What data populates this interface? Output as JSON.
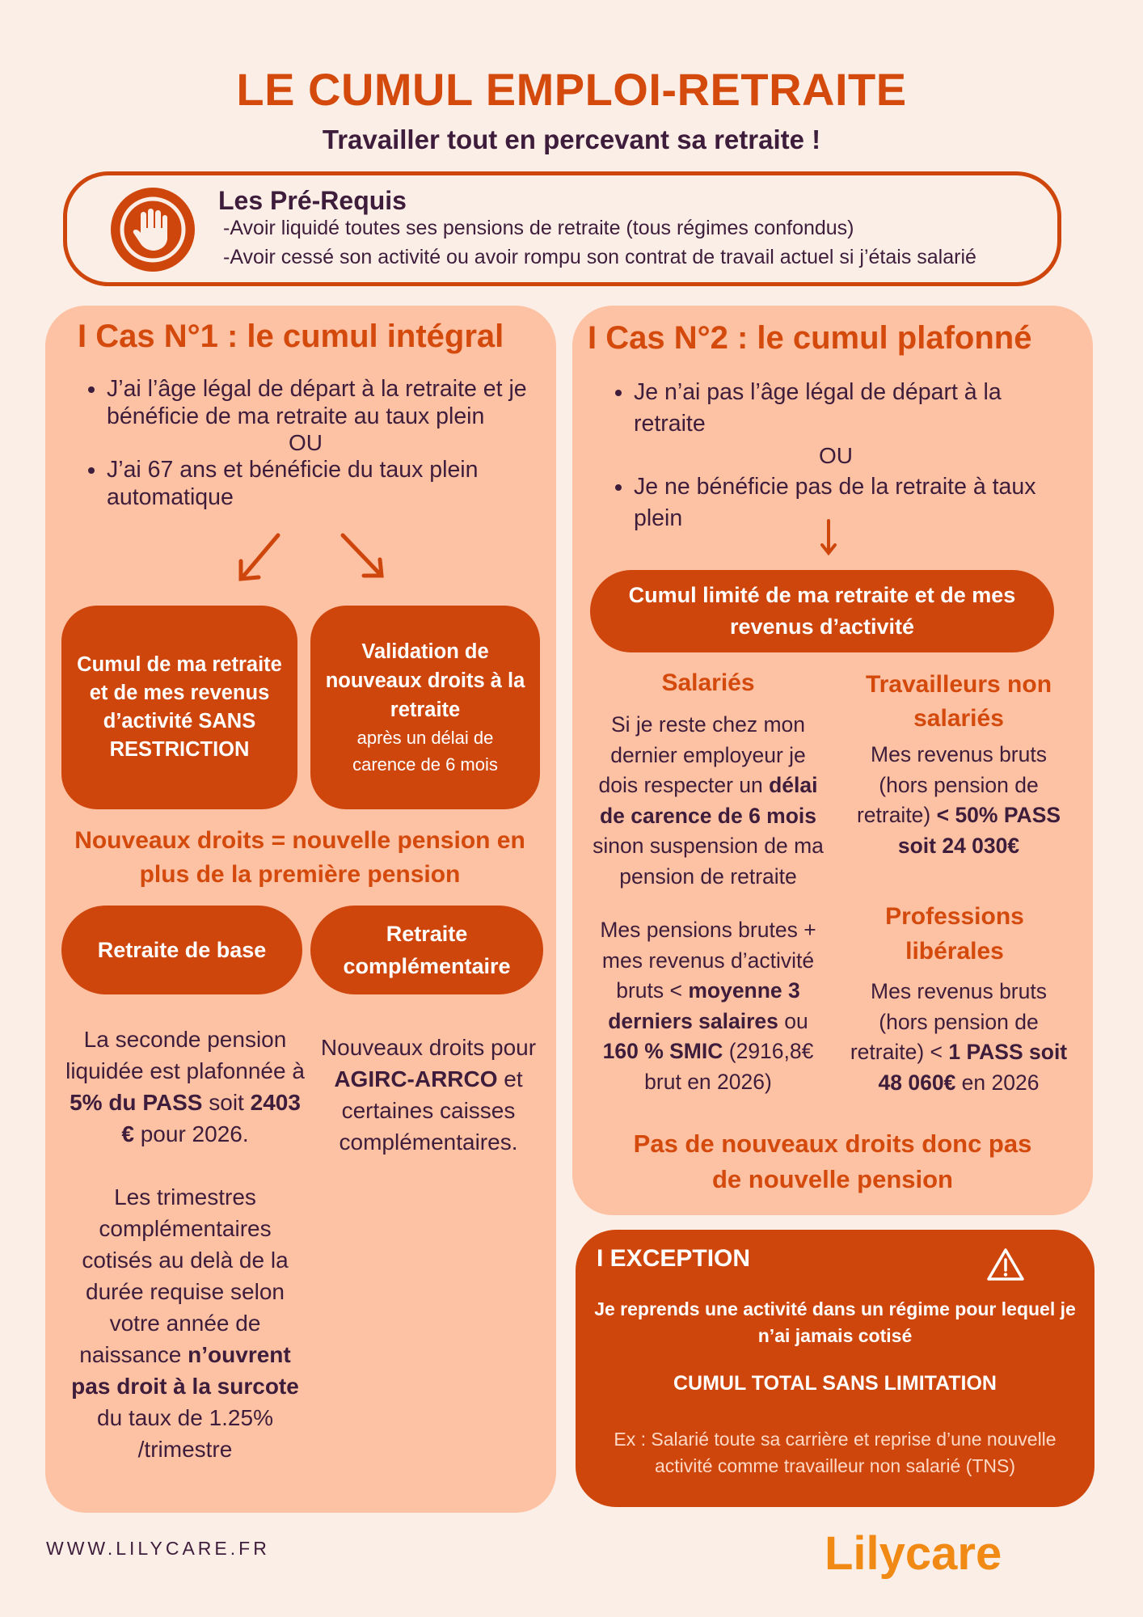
{
  "title": "LE CUMUL EMPLOI-RETRAITE",
  "subtitle": "Travailler tout en percevant sa retraite !",
  "prerequisites": {
    "icon": "hand-stop-icon",
    "title": "Les Pré-Requis",
    "lines": [
      "-Avoir liquidé toutes ses pensions de retraite (tous régimes confondus)",
      "-Avoir cessé son activité ou avoir rompu son contrat de travail actuel si j’étais salarié"
    ]
  },
  "case1": {
    "heading": "I Cas N°1 : le cumul intégral",
    "bullet1": "J’ai l’âge légal de départ à la retraite et je bénéficie de ma retraite au taux plein",
    "or": "OU",
    "bullet2": "J’ai 67 ans et bénéficie du taux plein automatique",
    "box_left": "Cumul de ma retraite et de mes revenus d’activité SANS RESTRICTION",
    "box_right_title": "Validation de nouveaux droits à la retraite",
    "box_right_sub": "après un délai de carence de 6 mois",
    "new_rights": "Nouveaux droits = nouvelle pension en plus de la première pension",
    "base_label": "Retraite de base",
    "compl_label": "Retraite complémentaire",
    "base_text": {
      "p1a": "La seconde pension liquidée est plafonnée à ",
      "p1b": "5% du PASS",
      "p1c": " soit ",
      "p1d": "2403 €",
      "p1e": " pour 2026.",
      "p2a": "Les trimestres complémentaires cotisés  au delà de la durée requise selon votre année de naissance ",
      "p2b": "n’ouvrent pas droit à la surcote",
      "p2c": " du taux de 1.25% /trimestre"
    },
    "compl_text": {
      "a": "Nouveaux droits pour ",
      "b": "AGIRC-ARRCO",
      "c": " et certaines caisses complémentaires."
    }
  },
  "case2": {
    "heading": "I Cas N°2 : le cumul plafonné",
    "bullet1": "Je n’ai pas l’âge légal de départ à la retraite",
    "or": "OU",
    "bullet2": "Je ne bénéficie pas de la retraite à taux plein",
    "box": "Cumul limité de ma retraite et de mes revenus d’activité",
    "salaries_title": "Salariés",
    "salaries_p1": {
      "a": "Si je reste chez mon dernier employeur je dois respecter un ",
      "b": "délai de carence de 6 mois",
      "c": " sinon suspension de ma pension de retraite"
    },
    "salaries_p2": {
      "a": "Mes pensions brutes + mes revenus d’activité bruts < ",
      "b": "moyenne 3 derniers salaires",
      "c": " ou ",
      "d": "160 % SMIC",
      "e": " (2916,8€ brut en 2026)"
    },
    "tns_title": "Travailleurs non salariés",
    "tns_text": {
      "a": "Mes revenus bruts (hors pension de retraite) ",
      "b": "< 50% PASS soit 24 030€"
    },
    "lib_title": "Professions libérales",
    "lib_text": {
      "a": "Mes revenus bruts (hors pension de retraite) < ",
      "b": "1 PASS soit 48 060€",
      "c": " en 2026"
    },
    "conclusion": "Pas de nouveaux droits donc pas de nouvelle pension"
  },
  "exception": {
    "heading": "I EXCEPTION",
    "icon": "warning-icon",
    "line1": "Je reprends une activité dans un régime pour lequel je n’ai jamais cotisé",
    "line2": "CUMUL TOTAL SANS LIMITATION",
    "line3": "Ex : Salarié toute sa carrière et reprise d’une nouvelle activité comme travailleur non salarié (TNS)"
  },
  "footer": {
    "url": "WWW.LILYCARE.FR",
    "brand": "Lilycare"
  },
  "colors": {
    "accent": "#d4490c",
    "dark_box": "#cf460c",
    "panel": "#fdc1a3",
    "background": "#fbeee6",
    "text": "#3d1d3b",
    "brand": "#f08a14"
  }
}
